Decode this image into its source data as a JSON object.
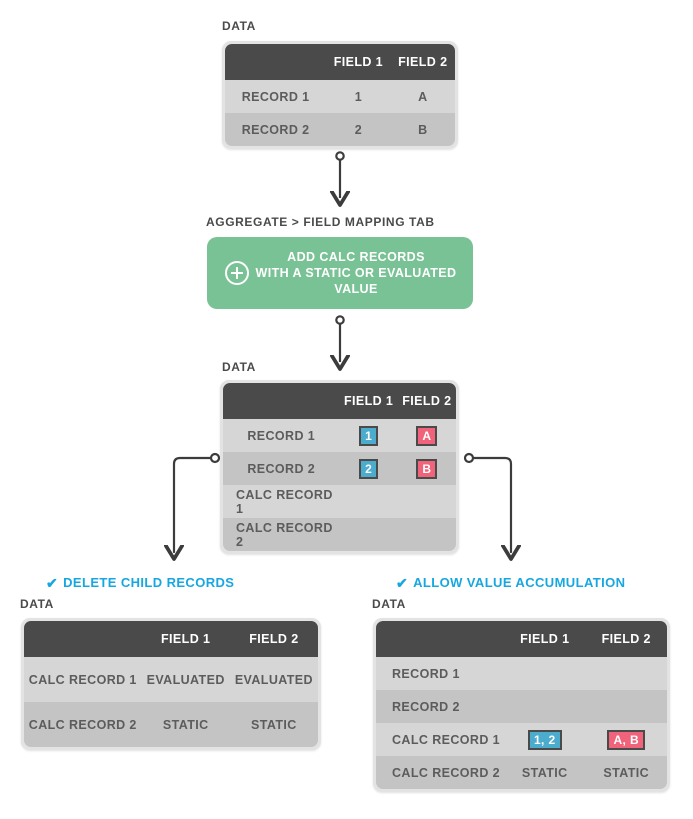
{
  "meta": {
    "caption_data": "DATA",
    "colors": {
      "accent_blue": "#17A7E0",
      "chip_blue": "#4BACCE",
      "chip_pink": "#F0637A",
      "green": "#79C295",
      "header_gray": "#4A4A4A",
      "row_light": "#D6D6D6",
      "row_dark": "#C4C4C4"
    }
  },
  "table_source": {
    "caption": "DATA",
    "columns": [
      "",
      "FIELD 1",
      "FIELD 2"
    ],
    "rows": [
      {
        "label": "RECORD 1",
        "f1": "1",
        "f2": "A"
      },
      {
        "label": "RECORD 2",
        "f1": "2",
        "f2": "B"
      }
    ]
  },
  "step": {
    "caption": "AGGREGATE > FIELD MAPPING TAB",
    "icon": "plus-circle-icon",
    "line1": "ADD CALC RECORDS",
    "line2": "WITH A STATIC OR EVALUATED",
    "line3": "VALUE"
  },
  "table_mid": {
    "caption": "DATA",
    "columns": [
      "",
      "FIELD 1",
      "FIELD 2"
    ],
    "rows": [
      {
        "label": "RECORD 1",
        "f1": "1",
        "f2": "A"
      },
      {
        "label": "RECORD 2",
        "f1": "2",
        "f2": "B"
      },
      {
        "label": "CALC RECORD 1",
        "f1": "",
        "f2": ""
      },
      {
        "label": "CALC RECORD 2",
        "f1": "",
        "f2": ""
      }
    ]
  },
  "branch_left": {
    "option_label": "DELETE CHILD RECORDS",
    "check_icon": "check-icon",
    "caption": "DATA",
    "columns": [
      "",
      "FIELD 1",
      "FIELD 2"
    ],
    "rows": [
      {
        "label": "CALC RECORD 1",
        "f1": "EVALUATED",
        "f2": "EVALUATED"
      },
      {
        "label": "CALC RECORD 2",
        "f1": "STATIC",
        "f2": "STATIC"
      }
    ]
  },
  "branch_right": {
    "option_label": "ALLOW VALUE ACCUMULATION",
    "check_icon": "check-icon",
    "caption": "DATA",
    "columns": [
      "",
      "FIELD 1",
      "FIELD 2"
    ],
    "rows": [
      {
        "label": "RECORD 1",
        "f1": "",
        "f2": ""
      },
      {
        "label": "RECORD 2",
        "f1": "",
        "f2": ""
      },
      {
        "label": "CALC RECORD 1",
        "f1": "1, 2",
        "f2": "A, B"
      },
      {
        "label": "CALC RECORD 2",
        "f1": "STATIC",
        "f2": "STATIC"
      }
    ]
  }
}
